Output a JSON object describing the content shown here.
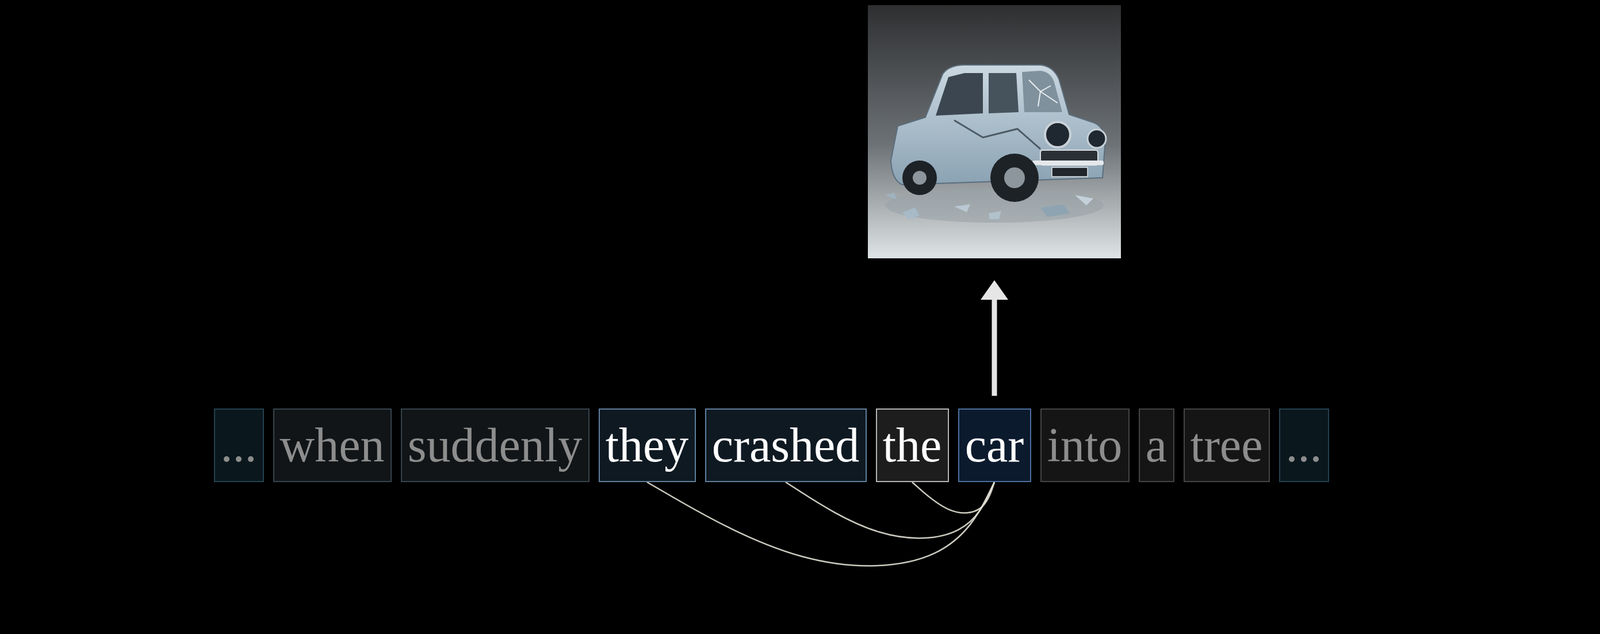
{
  "diagram": {
    "nodes": [
      {
        "text": [
          "..."
        ]
      },
      {
        "text": [
          "when"
        ]
      },
      {
        "text": [
          "suddenly"
        ]
      },
      {
        "text": [
          "they"
        ]
      },
      {
        "text": [
          "crashed"
        ]
      },
      {
        "text": [
          "the"
        ]
      },
      {
        "text": [
          "car"
        ]
      },
      {
        "text": [
          "into"
        ]
      },
      {
        "text": [
          "a"
        ]
      },
      {
        "text": [
          "tree"
        ]
      },
      {
        "text": [
          "..."
        ]
      }
    ],
    "edges": [
      {
        "from": 6,
        "to": 3,
        "arrow": "none"
      },
      {
        "from": 6,
        "to": 4,
        "arrow": "none"
      },
      {
        "from": 6,
        "to": 5,
        "arrow": "none"
      }
    ]
  }
}
